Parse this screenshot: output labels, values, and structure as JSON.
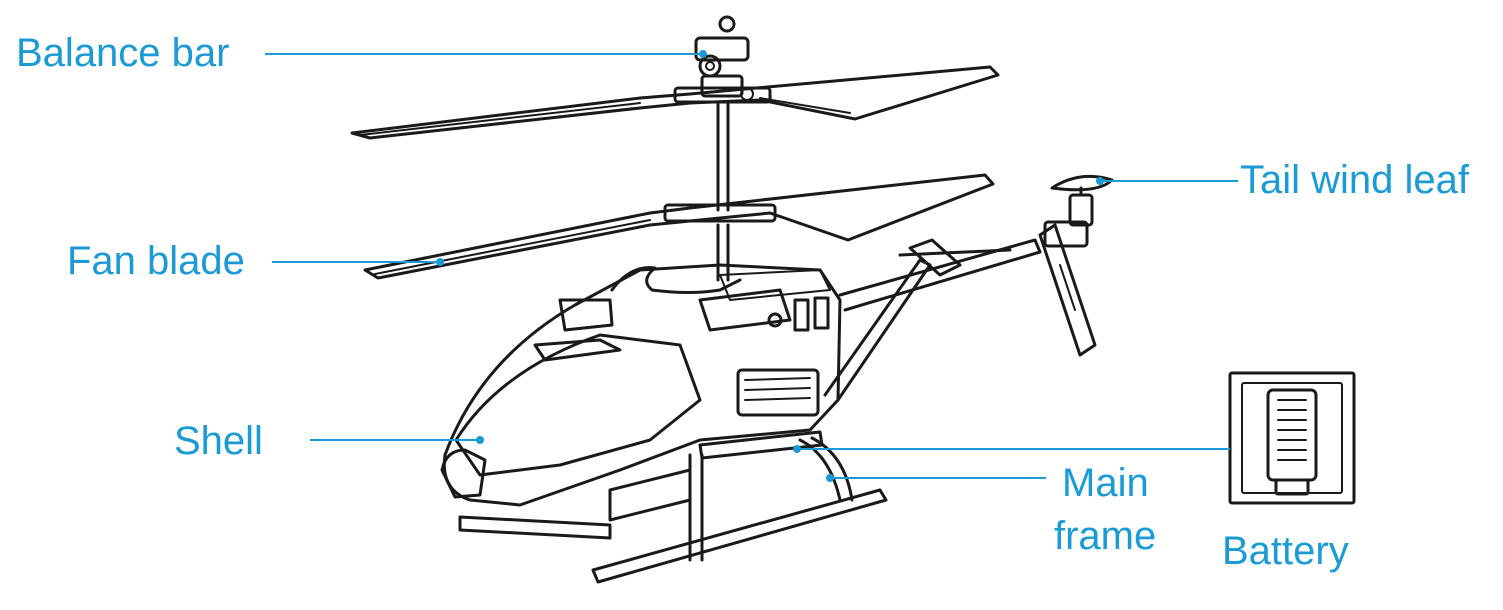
{
  "diagram": {
    "accent_color": "#1a9ad6",
    "line_color": "#1a1a1a",
    "labels": {
      "balance_bar": "Balance bar",
      "fan_blade": "Fan blade",
      "shell": "Shell",
      "tail_wind_leaf": "Tail wind leaf",
      "main_frame_line1": "Main",
      "main_frame_line2": "frame",
      "battery": "Battery"
    }
  }
}
